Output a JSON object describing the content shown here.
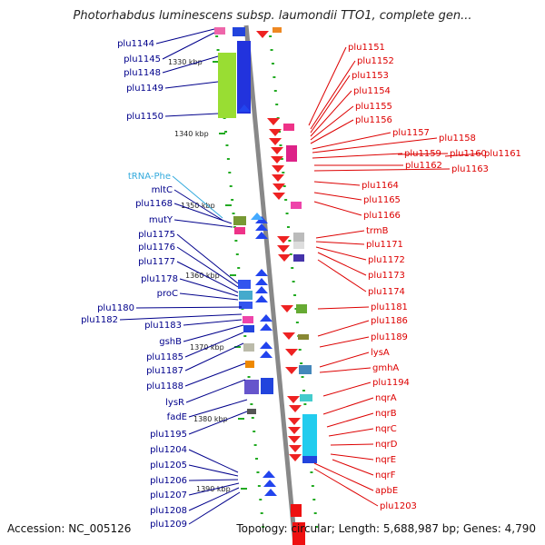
{
  "header": {
    "title": "Photorhabdus luminescens subsp. laumondii TTO1, complete gen..."
  },
  "footer": {
    "accession": "Accession: NC_005126",
    "topology": "Topology: circular; Length: 5,688,987 bp; Genes: 4,790"
  },
  "colors": {
    "left_label": "#00008b",
    "right_label": "#dd0000",
    "trna_label": "#33aadd",
    "tick": "#22aa22",
    "axis": "#888888"
  },
  "kbp_marks": [
    "1330 kbp",
    "1340 kbp",
    "1350 kbp",
    "1360 kbp",
    "1370 kbp",
    "1380 kbp",
    "1390 kbp"
  ],
  "left_labels": [
    "plu1144",
    "plu1145",
    "plu1148",
    "plu1149",
    "plu1150",
    "tRNA-Phe",
    "mltC",
    "plu1168",
    "mutY",
    "plu1175",
    "plu1176",
    "plu1177",
    "plu1178",
    "proC",
    "plu1180",
    "plu1182",
    "plu1183",
    "gshB",
    "plu1185",
    "plu1187",
    "plu1188",
    "lysR",
    "fadE",
    "plu1195",
    "plu1204",
    "plu1205",
    "plu1206",
    "plu1207",
    "plu1208",
    "plu1209"
  ],
  "right_labels": [
    "plu1151",
    "plu1152",
    "plu1153",
    "plu1154",
    "plu1155",
    "plu1156",
    "plu1157",
    "plu1158",
    "plu1159",
    "plu1160",
    "plu1161",
    "plu1162",
    "plu1163",
    "plu1164",
    "plu1165",
    "plu1166",
    "trmB",
    "plu1171",
    "plu1172",
    "plu1173",
    "plu1174",
    "plu1181",
    "plu1186",
    "plu1189",
    "lysA",
    "gmhA",
    "plu1194",
    "nqrA",
    "nqrB",
    "nqrC",
    "nqrD",
    "nqrE",
    "nqrF",
    "apbE",
    "plu1203"
  ]
}
